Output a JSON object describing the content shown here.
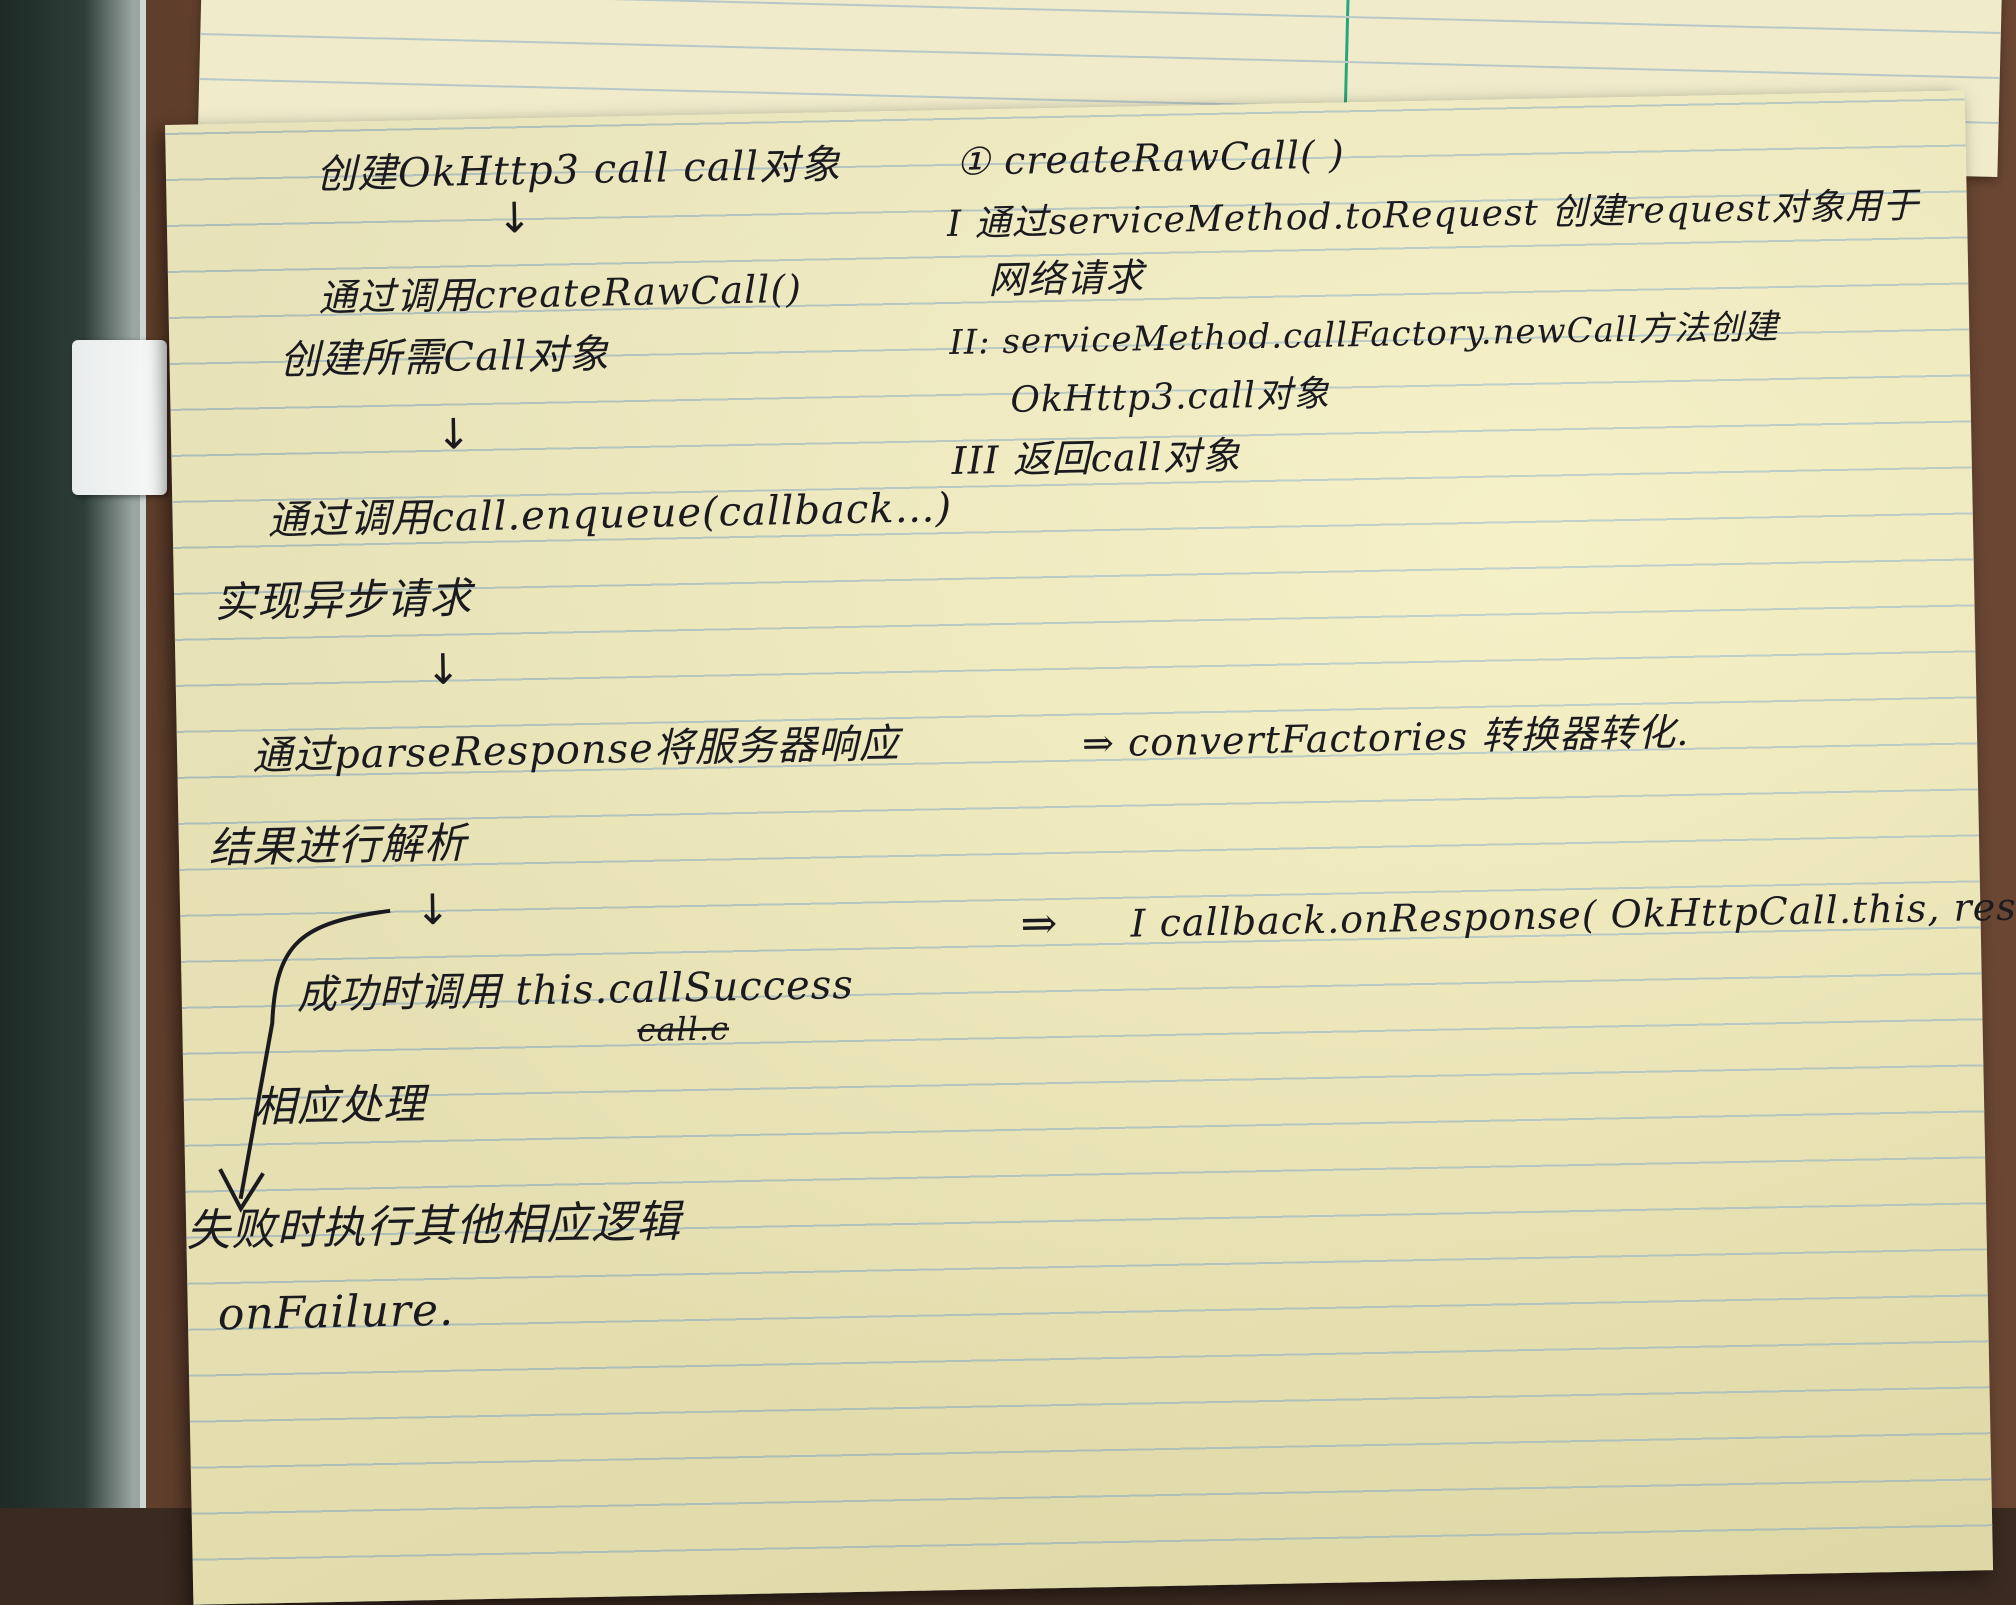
{
  "notes": {
    "left": [
      "创建OkHttp3 call call对象",
      "通过调用createRawCall()",
      "创建所需Call对象",
      "通过调用call.enqueue(callback…)",
      "实现异步请求",
      "通过parseResponse将服务器响应",
      "结果进行解析",
      "成功时调用 this.callSuccess",
      "相应处理",
      "失败时执行其他相应逻辑",
      "onFailure."
    ],
    "right": [
      "① createRawCall( )",
      "I 通过serviceMethod.toRequest 创建request对象用于",
      "网络请求",
      "II: serviceMethod.callFactory.newCall方法创建",
      "OkHttp3.call对象",
      "III 返回call对象"
    ],
    "inline": {
      "convert": "⇒ convertFactories 转换器转化.",
      "success_arrow": "⇒",
      "success_detail": "I  callback.onResponse( OkHttpCall.this, response);",
      "struck": "call.c"
    },
    "arrow_glyph": "↓"
  }
}
